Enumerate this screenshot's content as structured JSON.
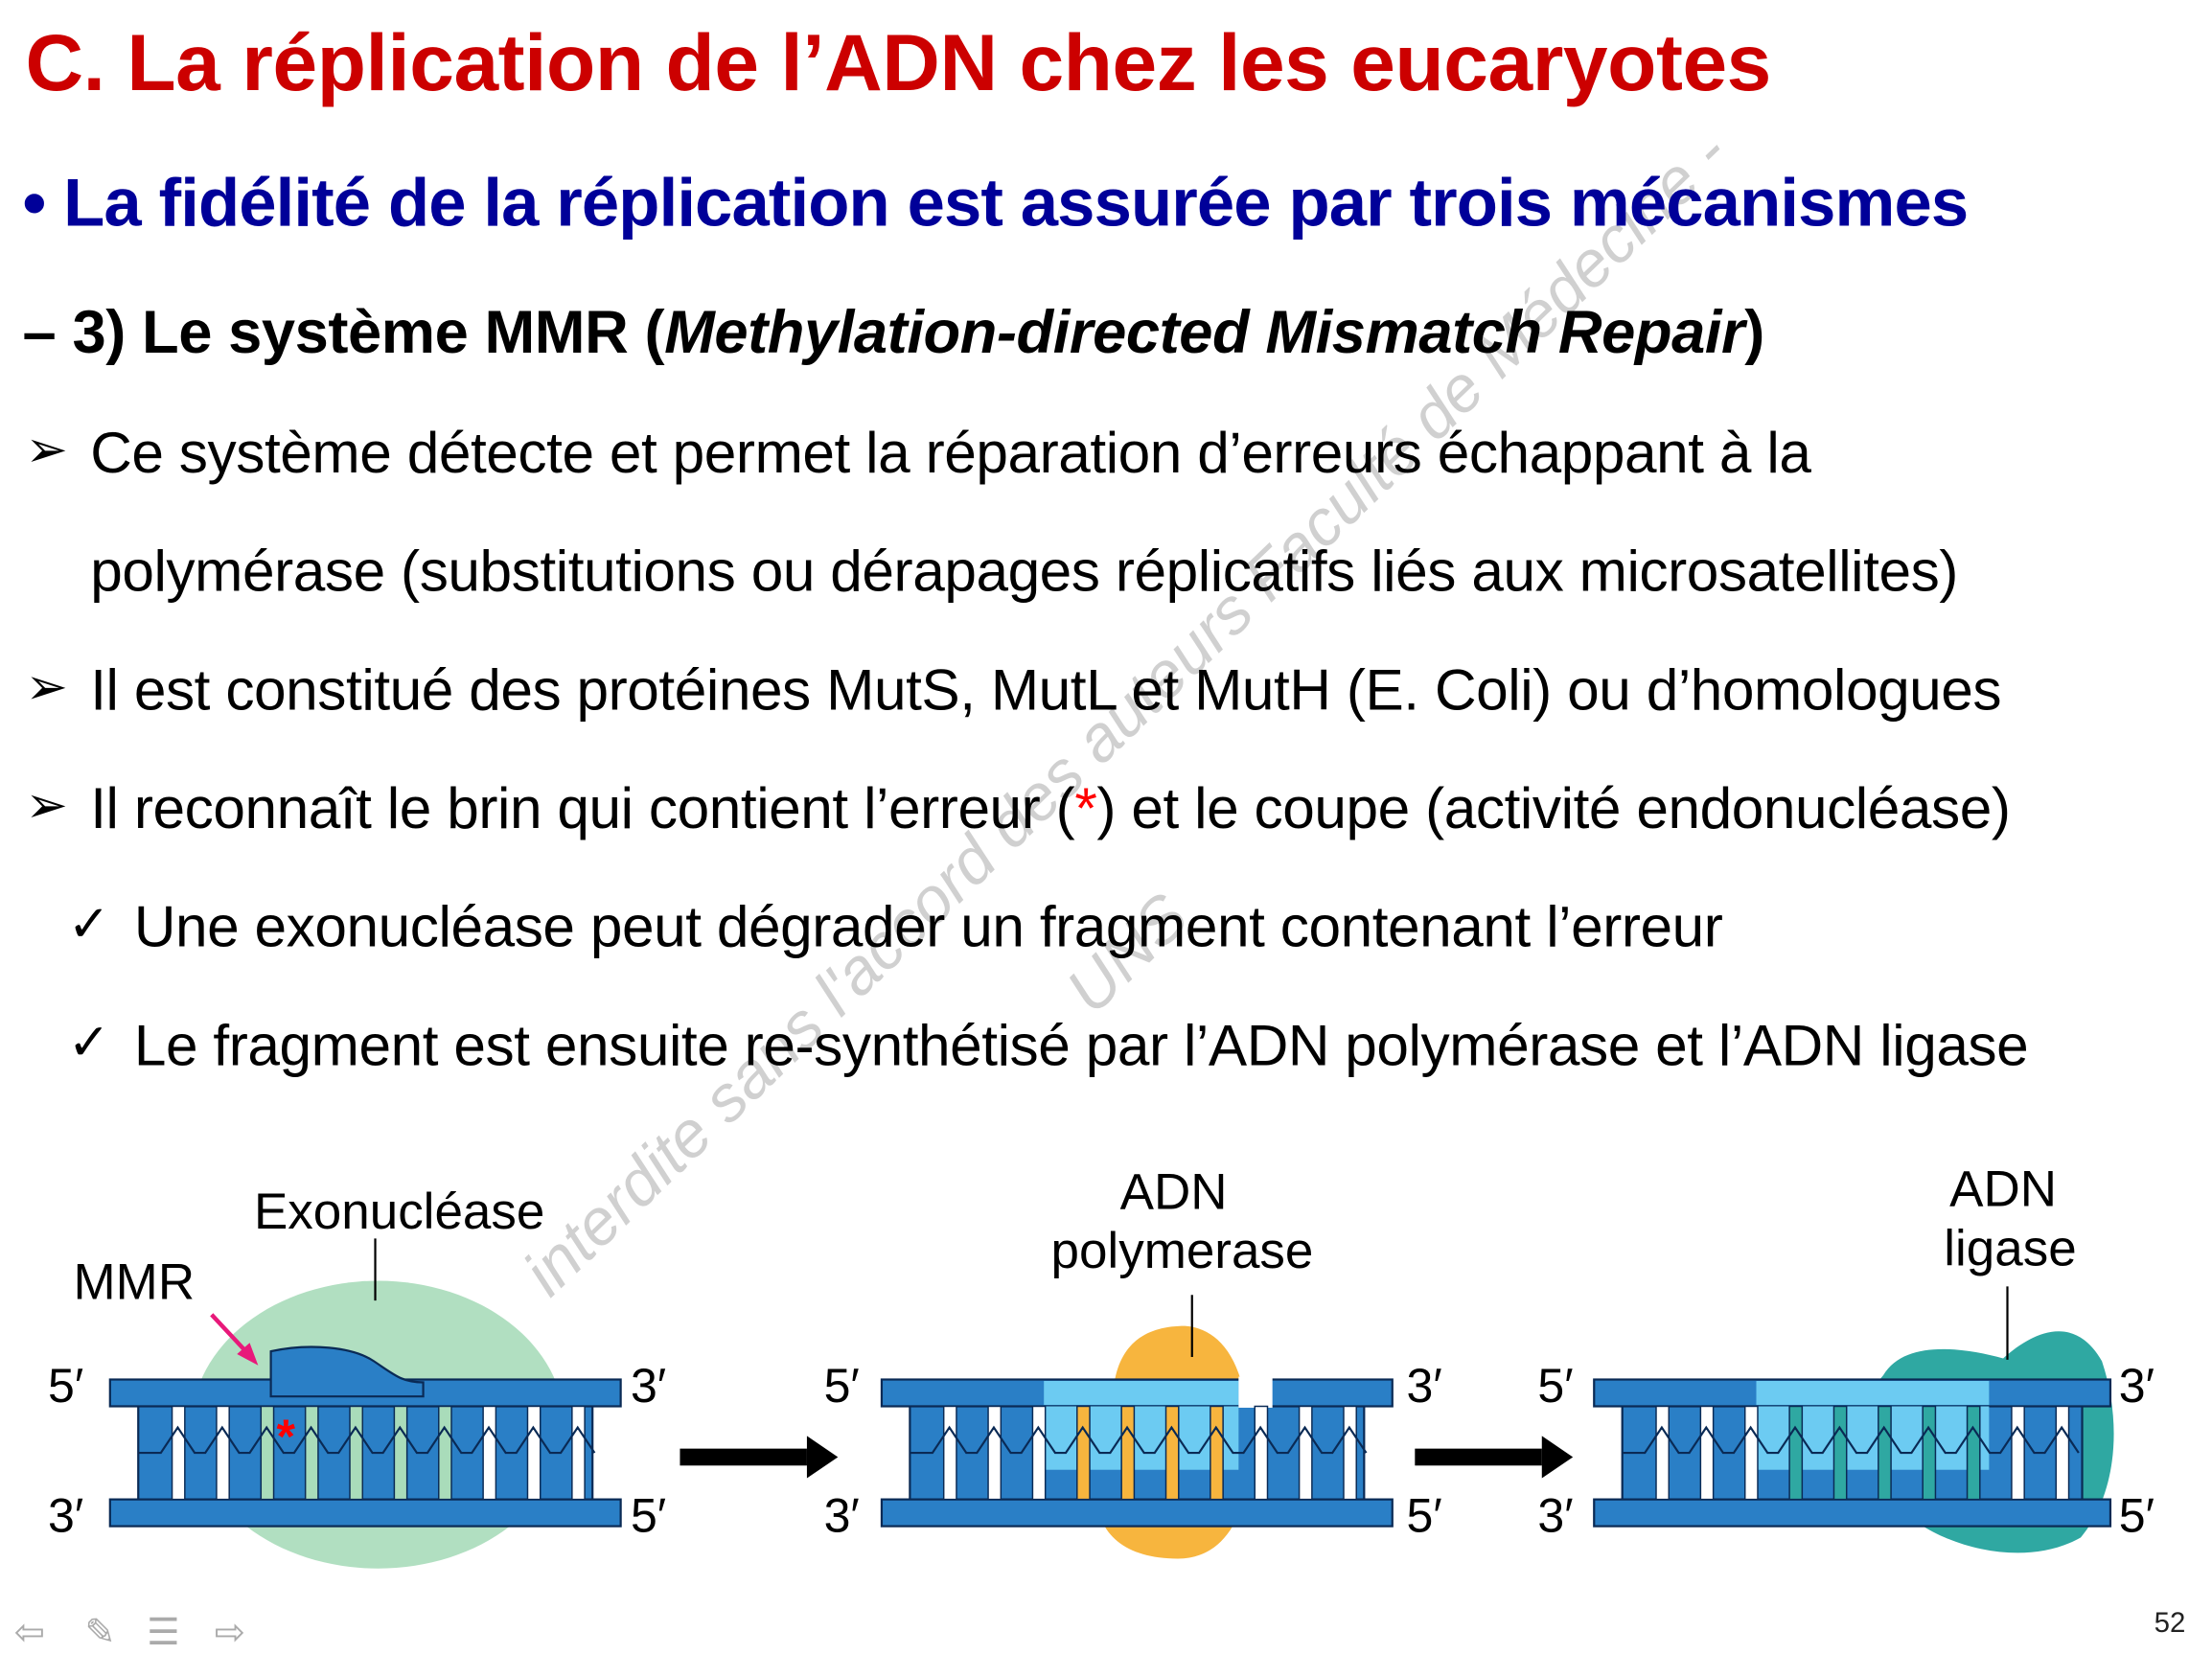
{
  "title": "C. La réplication de l’ADN chez les eucaryotes",
  "subtitle": "• La fidélité de la réplication est assurée par trois mécanismes",
  "section": {
    "prefix": "– 3) Le système MMR (",
    "italic": "Methylation-directed Mismatch Repair",
    "suffix": ")"
  },
  "bullets": [
    {
      "marker": "➢",
      "lines": [
        "Ce système détecte et permet la réparation d’erreurs échappant à la",
        "polymérase (substitutions ou dérapages réplicatifs liés aux microsatellites)"
      ]
    },
    {
      "marker": "➢",
      "lines": [
        "Il est constitué des protéines MutS, MutL et MutH (E. Coli) ou d’homologues"
      ]
    },
    {
      "marker": "➢",
      "before": "Il reconnaît le brin qui contient l’erreur (",
      "star": "*",
      "after": ") et le coupe (activité endonucléase)"
    }
  ],
  "checks": [
    {
      "marker": "✓",
      "text": "Une exonucléase peut dégrader un fragment contenant l’erreur"
    },
    {
      "marker": "✓",
      "text": "Le fragment est ensuite re-synthétisé par l’ADN polymérase et l’ADN ligase"
    }
  ],
  "watermark": {
    "line1": "interdite sans l'accord des auteurs Faculté de Médecine -",
    "line2": "UNS"
  },
  "diagram": {
    "labels": {
      "exonuclease": "Exonucléase",
      "mmr": "MMR",
      "pol1": "ADN",
      "pol2": "polymerase",
      "lig1": "ADN",
      "lig2": "ligase"
    },
    "ends": {
      "five": "5′",
      "three": "3′"
    },
    "error_star": "*",
    "colors": {
      "dna": "#2a7fc6",
      "new_strand": "#6ccbf2",
      "exonuclease": "#a9dcba",
      "polymerase": "#f7b53e",
      "ligase": "#2fa8a2",
      "mmr_arrow": "#e8197a",
      "error": "#ff0000"
    }
  },
  "footer": {
    "page_number": "52",
    "nav_icons": [
      "arrow-left-icon",
      "pen-icon",
      "menu-icon",
      "arrow-right-icon"
    ]
  }
}
